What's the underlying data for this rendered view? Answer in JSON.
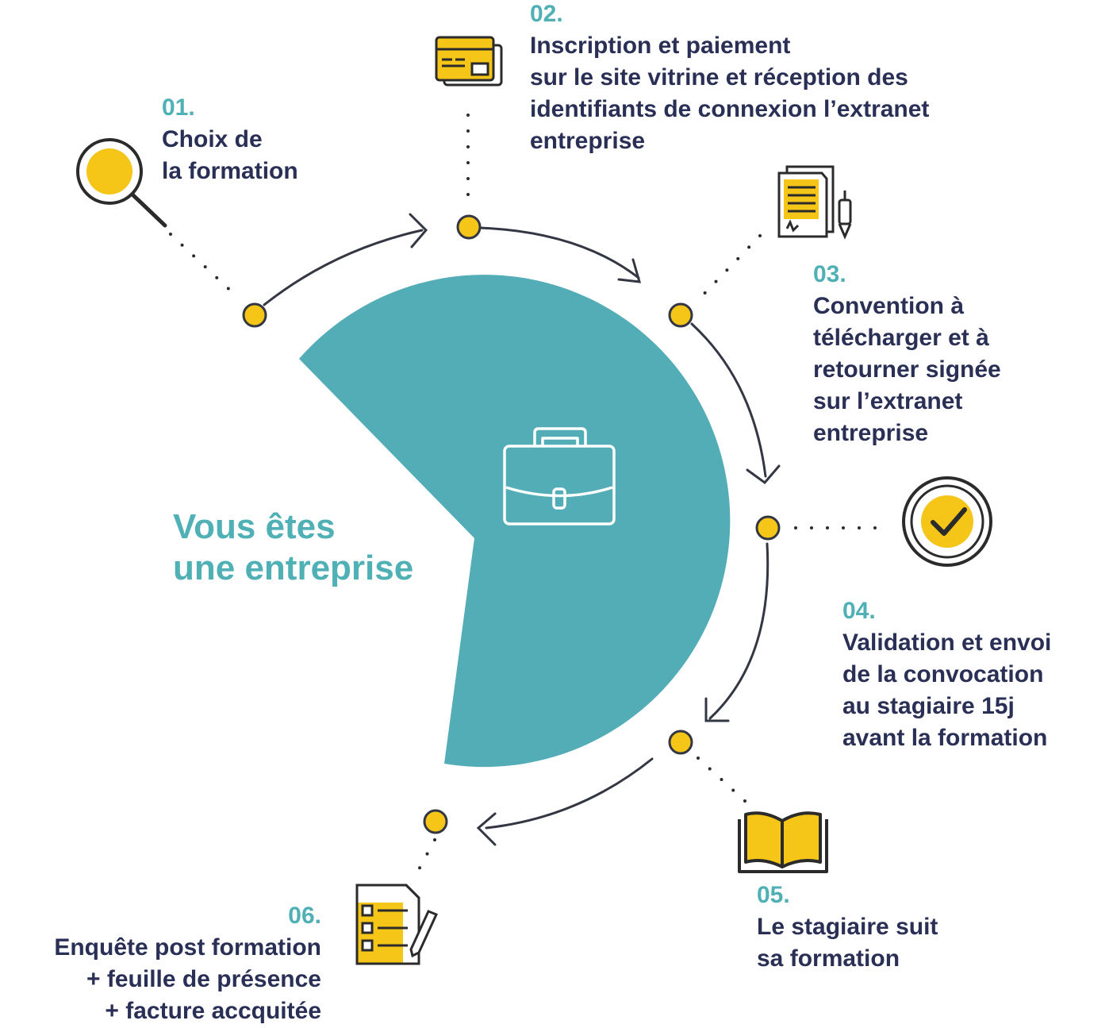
{
  "center": {
    "title_line1": "Vous êtes",
    "title_line2": "une entreprise",
    "icon": "briefcase-icon"
  },
  "colors": {
    "teal": "#4fb0b5",
    "yellow": "#f5c518",
    "navy": "#2a2f55",
    "dark": "#333333"
  },
  "steps": [
    {
      "number": "01.",
      "lines": [
        "Choix de",
        "la formation"
      ],
      "icon": "magnifier-icon"
    },
    {
      "number": "02.",
      "lines": [
        "Inscription et paiement",
        "sur le site vitrine et réception des",
        "identifiants de connexion l’extranet",
        "entreprise"
      ],
      "icon": "credit-card-icon"
    },
    {
      "number": "03.",
      "lines": [
        "Convention à",
        "télécharger et à",
        "retourner signée",
        "sur l’extranet",
        "entreprise"
      ],
      "icon": "contract-pen-icon"
    },
    {
      "number": "04.",
      "lines": [
        "Validation et envoi",
        "de la convocation",
        "au stagiaire 15j",
        "avant la formation"
      ],
      "icon": "check-badge-icon"
    },
    {
      "number": "05.",
      "lines": [
        "Le stagiaire suit",
        "sa formation"
      ],
      "icon": "open-book-icon"
    },
    {
      "number": "06.",
      "lines": [
        "Enquête post formation",
        "+ feuille de présence",
        "+ facture accquitée"
      ],
      "icon": "checklist-pen-icon"
    }
  ]
}
